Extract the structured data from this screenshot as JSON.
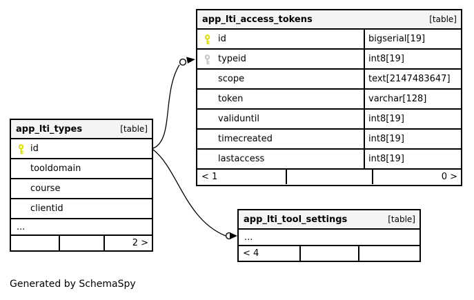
{
  "caption": "Generated by SchemaSpy",
  "colors": {
    "header_bg": "#f4f4f4",
    "border": "#000000",
    "edge": "#000000",
    "primary_key": "#dede00",
    "foreign_key": "#c6c6c6"
  },
  "tables": [
    {
      "title": "app_lti_access_tokens",
      "badge": "[table]",
      "columns": [
        {
          "name": "id",
          "type": "bigserial[19]",
          "key": "primary"
        },
        {
          "name": "typeid",
          "type": "int8[19]",
          "key": "foreign"
        },
        {
          "name": "scope",
          "type": "text[2147483647]",
          "key": ""
        },
        {
          "name": "token",
          "type": "varchar[128]",
          "key": ""
        },
        {
          "name": "validuntil",
          "type": "int8[19]",
          "key": ""
        },
        {
          "name": "timecreated",
          "type": "int8[19]",
          "key": ""
        },
        {
          "name": "lastaccess",
          "type": "int8[19]",
          "key": ""
        }
      ],
      "footer": {
        "left": "< 1",
        "middle": "",
        "right": "0 >"
      }
    },
    {
      "title": "app_lti_types",
      "badge": "[table]",
      "columns": [
        {
          "name": "id",
          "key": "primary"
        },
        {
          "name": "tooldomain",
          "key": ""
        },
        {
          "name": "course",
          "key": ""
        },
        {
          "name": "clientid",
          "key": ""
        }
      ],
      "ellipsis": "...",
      "footer": {
        "left": "",
        "middle": "",
        "right": "2 >"
      }
    },
    {
      "title": "app_lti_tool_settings",
      "badge": "[table]",
      "ellipsis": "...",
      "footer": {
        "left": "< 4",
        "middle": "",
        "right": ""
      }
    }
  ],
  "relationships": [
    {
      "from": "app_lti_types.id",
      "to": "app_lti_access_tokens.typeid"
    },
    {
      "from": "app_lti_types.id",
      "to": "app_lti_tool_settings"
    }
  ]
}
